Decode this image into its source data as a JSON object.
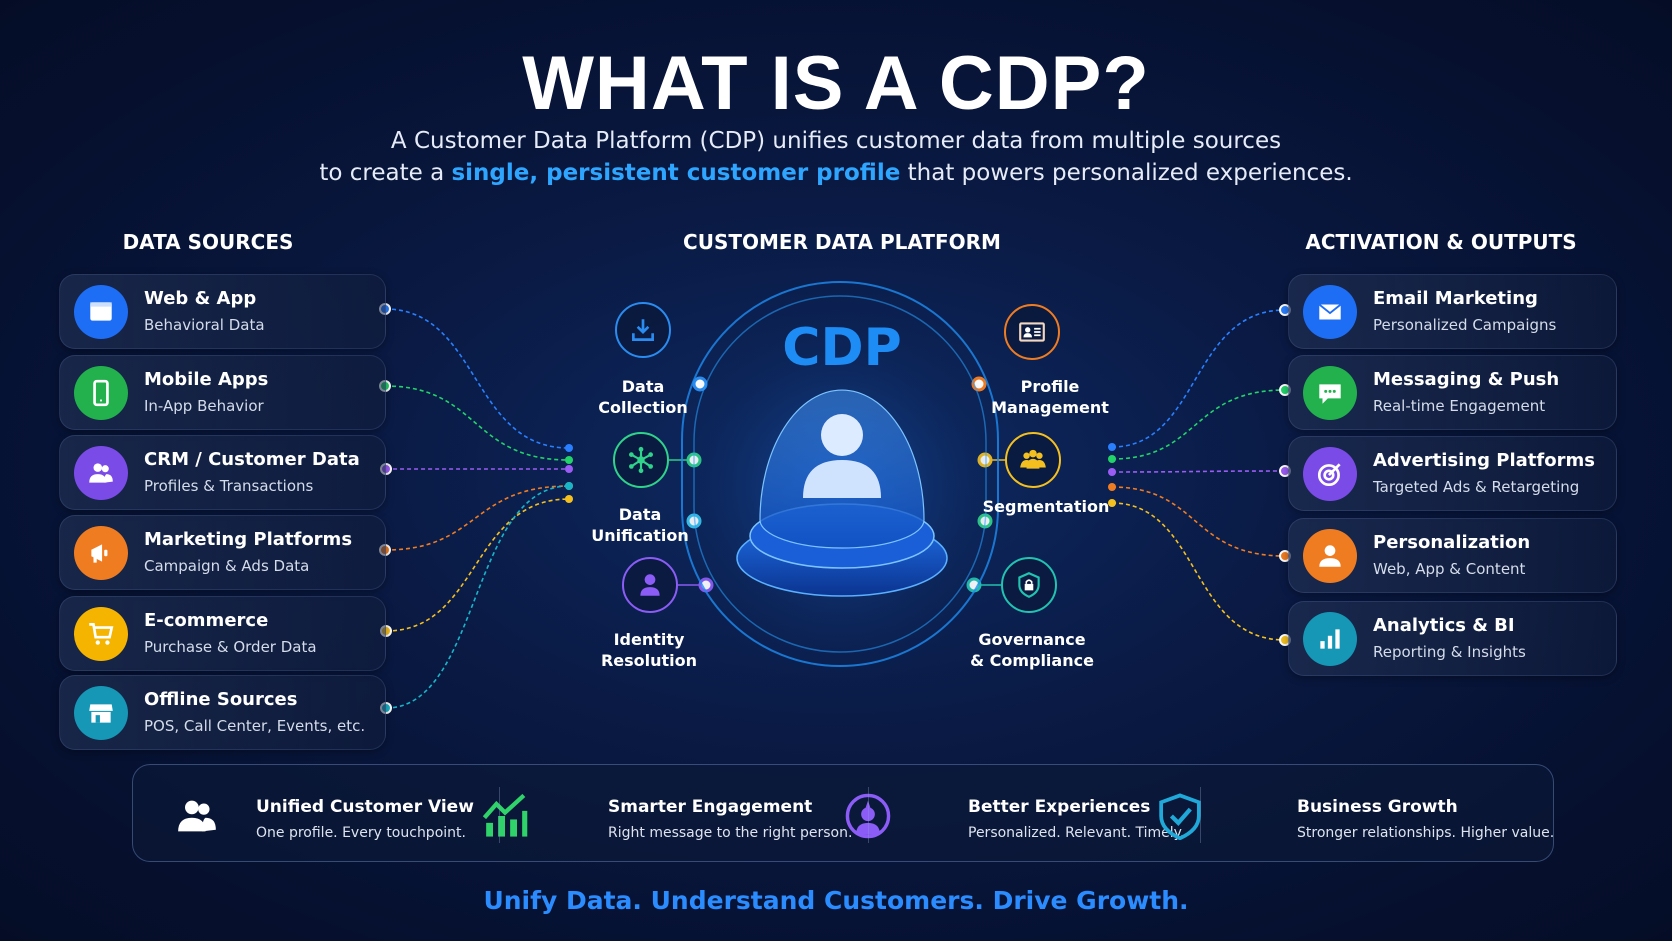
{
  "header": {
    "title": "WHAT IS A CDP?",
    "subtitle_line1": "A Customer Data Platform (CDP) unifies customer data from multiple sources",
    "subtitle_line2_pre": "to create a ",
    "subtitle_highlight": "single, persistent customer profile",
    "subtitle_line2_post": " that powers personalized experiences."
  },
  "sections": {
    "sources": "DATA SOURCES",
    "platform": "CUSTOMER DATA PLATFORM",
    "outputs": "ACTIVATION & OUTPUTS"
  },
  "sources": [
    {
      "title": "Web & App",
      "subtitle": "Behavioral Data",
      "icon": "browser-icon",
      "color": "#1e6ef5"
    },
    {
      "title": "Mobile Apps",
      "subtitle": "In-App Behavior",
      "icon": "mobile-icon",
      "color": "#22b14c"
    },
    {
      "title": "CRM / Customer Data",
      "subtitle": "Profiles & Transactions",
      "icon": "users-icon",
      "color": "#7b4be8"
    },
    {
      "title": "Marketing Platforms",
      "subtitle": "Campaign & Ads Data",
      "icon": "megaphone-icon",
      "color": "#f07c22"
    },
    {
      "title": "E-commerce",
      "subtitle": "Purchase & Order Data",
      "icon": "cart-icon",
      "color": "#f4b400"
    },
    {
      "title": "Offline Sources",
      "subtitle": "POS, Call Center, Events, etc.",
      "icon": "store-icon",
      "color": "#1597b5"
    }
  ],
  "outputs": [
    {
      "title": "Email Marketing",
      "subtitle": "Personalized Campaigns",
      "icon": "mail-icon",
      "color": "#1e6ef5"
    },
    {
      "title": "Messaging & Push",
      "subtitle": "Real-time Engagement",
      "icon": "chat-icon",
      "color": "#22b14c"
    },
    {
      "title": "Advertising Platforms",
      "subtitle": "Targeted Ads & Retargeting",
      "icon": "target-icon",
      "color": "#7b4be8"
    },
    {
      "title": "Personalization",
      "subtitle": "Web, App & Content",
      "icon": "person-icon",
      "color": "#f07c22"
    },
    {
      "title": "Analytics & BI",
      "subtitle": "Reporting & Insights",
      "icon": "bar-chart-icon",
      "color": "#1597b5"
    }
  ],
  "platform": {
    "core_label": "CDP",
    "features": [
      {
        "label1": "Data",
        "label2": "Collection",
        "icon": "download-icon",
        "color": "#2a8cf0"
      },
      {
        "label1": "Data",
        "label2": "Unification",
        "icon": "network-icon",
        "color": "#2fd38a"
      },
      {
        "label1": "Identity",
        "label2": "Resolution",
        "icon": "identity-icon",
        "color": "#8b5cf6"
      },
      {
        "label1": "Profile",
        "label2": "Management",
        "icon": "id-card-icon",
        "color": "#f07c22"
      },
      {
        "label1": "Segmentation",
        "label2": "",
        "icon": "group-icon",
        "color": "#f4c020"
      },
      {
        "label1": "Governance",
        "label2": "& Compliance",
        "icon": "shield-lock-icon",
        "color": "#22c3b0"
      }
    ]
  },
  "benefits": [
    {
      "title": "Unified Customer View",
      "subtitle": "One profile. Every touchpoint.",
      "icon": "users-icon",
      "color": "#2a8cf0"
    },
    {
      "title": "Smarter Engagement",
      "subtitle": "Right message to the right person.",
      "icon": "growth-chart-icon",
      "color": "#2fd36a"
    },
    {
      "title": "Better Experiences",
      "subtitle": "Personalized. Relevant. Timely.",
      "icon": "star-person-icon",
      "color": "#8b5cf6"
    },
    {
      "title": "Business Growth",
      "subtitle": "Stronger relationships. Higher value.",
      "icon": "shield-check-icon",
      "color": "#1fa8d8"
    }
  ],
  "tagline": "Unify Data. Understand Customers. Drive Growth."
}
